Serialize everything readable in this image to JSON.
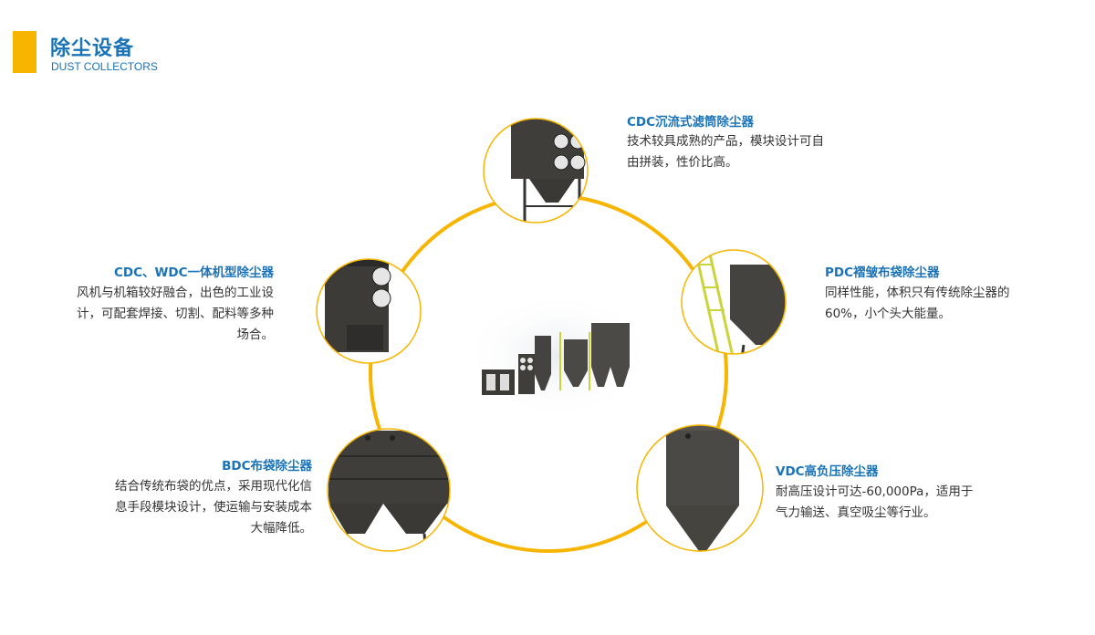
{
  "header": {
    "title": "除尘设备",
    "subtitle": "DUST COLLECTORS"
  },
  "colors": {
    "accent": "#f7b500",
    "brand_blue": "#1a73b8",
    "text": "#333333"
  },
  "products": [
    {
      "id": "cdc-cartridge",
      "title": "CDC沉流式滤筒除尘器",
      "desc_lines": [
        "技术较具成熟的产品，模块设计可自",
        "由拼装，性价比高。"
      ]
    },
    {
      "id": "cdc-wdc",
      "title": "CDC、WDC一体机型除尘器",
      "desc_lines": [
        "风机与机箱较好融合，出色的工业设",
        "计，可配套焊接、切割、配料等多种",
        "场合。"
      ]
    },
    {
      "id": "pdc",
      "title": "PDC褶皱布袋除尘器",
      "desc_lines": [
        "同样性能，体积只有传统除尘器的",
        "60%，小个头大能量。"
      ]
    },
    {
      "id": "bdc",
      "title": "BDC布袋除尘器",
      "desc_lines": [
        "结合传统布袋的优点，采用现代化信",
        "息手段模块设计，使运输与安装成本",
        "大幅降低。"
      ]
    },
    {
      "id": "vdc",
      "title": "VDC高负压除尘器",
      "desc_lines": [
        "耐高压设计可达-60,000Pa，适用于",
        "气力输送、真空吸尘等行业。"
      ]
    }
  ]
}
